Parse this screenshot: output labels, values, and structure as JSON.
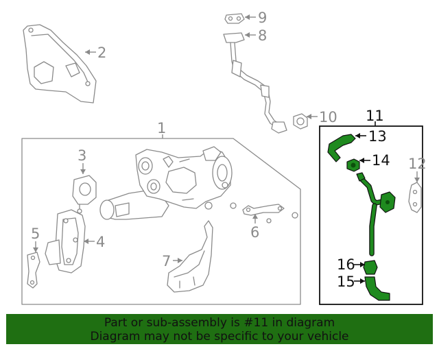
{
  "callouts": {
    "c1": "1",
    "c2": "2",
    "c3": "3",
    "c4": "4",
    "c5": "5",
    "c6": "6",
    "c7": "7",
    "c8": "8",
    "c9": "9",
    "c10": "10",
    "c11": "11",
    "c12": "12",
    "c13": "13",
    "c14": "14",
    "c15": "15",
    "c16": "16"
  },
  "notice": {
    "line1": "Part or sub-assembly is #11 in diagram",
    "line2": "Diagram may not be specific to your vehicle"
  },
  "colors": {
    "highlight_green": "#1f8a1f",
    "banner_green": "#1f6f12",
    "line_gray": "#8a8a8a"
  }
}
